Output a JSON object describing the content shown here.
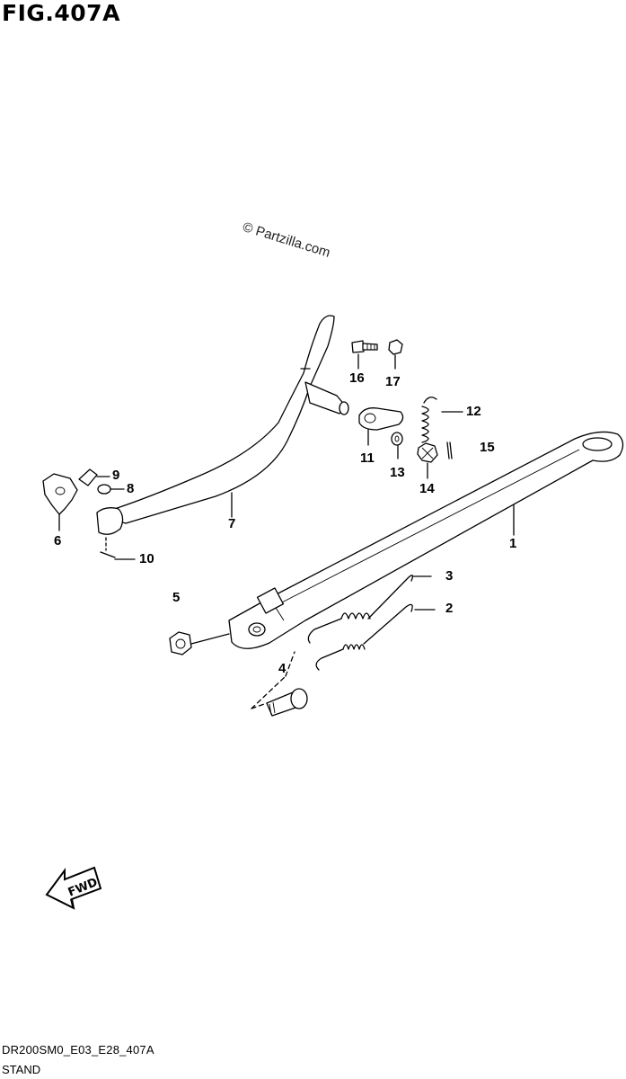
{
  "figure": {
    "title": "FIG.407A"
  },
  "watermark": "© Partzilla.com",
  "footer": {
    "code": "DR200SM0_E03_E28_407A",
    "section": "STAND"
  },
  "fwd_arrow": {
    "label": "FWD"
  },
  "callouts": [
    {
      "id": "c1",
      "text": "1"
    },
    {
      "id": "c2",
      "text": "2"
    },
    {
      "id": "c3",
      "text": "3"
    },
    {
      "id": "c4",
      "text": "4"
    },
    {
      "id": "c5",
      "text": "5"
    },
    {
      "id": "c6",
      "text": "6"
    },
    {
      "id": "c7",
      "text": "7"
    },
    {
      "id": "c8",
      "text": "8"
    },
    {
      "id": "c9",
      "text": "9"
    },
    {
      "id": "c10",
      "text": "10"
    },
    {
      "id": "c11",
      "text": "11"
    },
    {
      "id": "c12",
      "text": "12"
    },
    {
      "id": "c13",
      "text": "13"
    },
    {
      "id": "c14",
      "text": "14"
    },
    {
      "id": "c15",
      "text": "15"
    },
    {
      "id": "c16",
      "text": "16"
    },
    {
      "id": "c17",
      "text": "17"
    }
  ]
}
